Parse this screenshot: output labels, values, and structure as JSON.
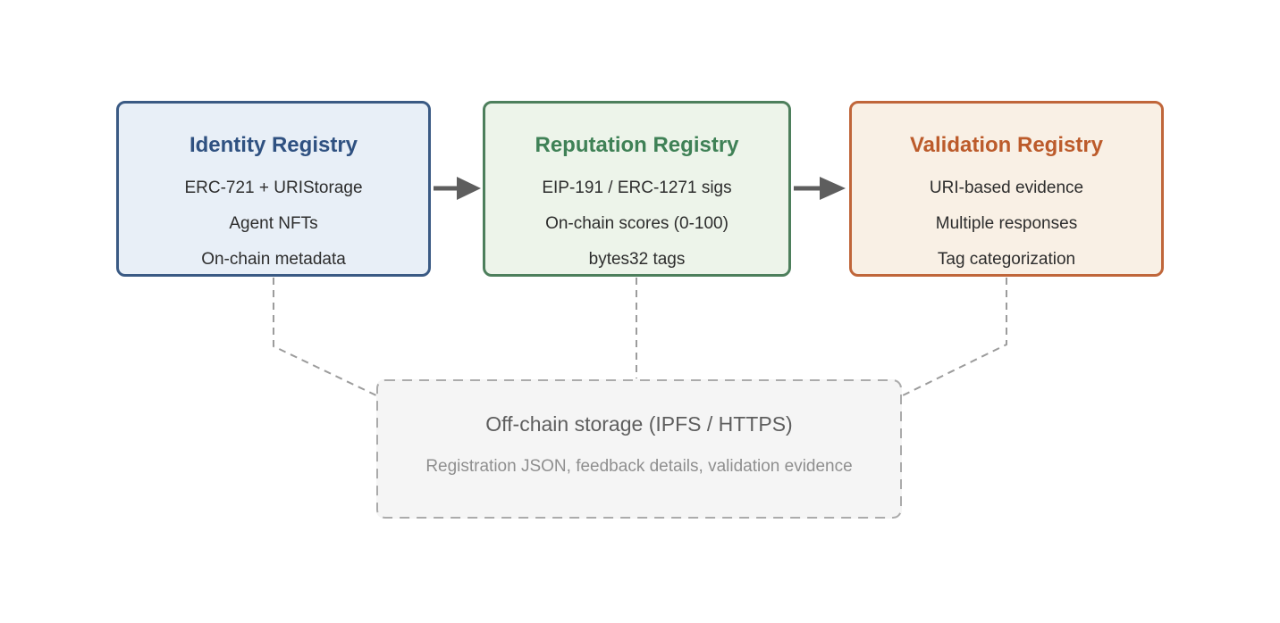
{
  "diagram": {
    "background_color": "#ffffff",
    "boxes": [
      {
        "id": "identity-registry",
        "title": "Identity Registry",
        "lines": [
          "ERC-721 + URIStorage",
          "Agent NFTs",
          "On-chain metadata"
        ],
        "title_color": "#2f5181",
        "border_color": "#3a5a84",
        "bg_color": "#e8eff7"
      },
      {
        "id": "reputation-registry",
        "title": "Reputation Registry",
        "lines": [
          "EIP-191 / ERC-1271 sigs",
          "On-chain scores (0-100)",
          "bytes32 tags"
        ],
        "title_color": "#3f8156",
        "border_color": "#4d7f5c",
        "bg_color": "#edf4ea"
      },
      {
        "id": "validation-registry",
        "title": "Validation Registry",
        "lines": [
          "URI-based evidence",
          "Multiple responses",
          "Tag categorization"
        ],
        "title_color": "#bc5b2b",
        "border_color": "#c0663a",
        "bg_color": "#f9f0e5"
      }
    ],
    "storage": {
      "title": "Off-chain storage (IPFS / HTTPS)",
      "subtitle": "Registration JSON, feedback details, validation evidence",
      "title_color": "#5e5e5e",
      "subtitle_color": "#8f8f8f",
      "border_color": "#ababab",
      "bg_color": "#f5f5f5"
    },
    "edges": [
      {
        "from": "identity-registry",
        "to": "reputation-registry",
        "style": "solid-arrow"
      },
      {
        "from": "reputation-registry",
        "to": "validation-registry",
        "style": "solid-arrow"
      },
      {
        "from": "identity-registry",
        "to": "off-chain-storage",
        "style": "dashed"
      },
      {
        "from": "reputation-registry",
        "to": "off-chain-storage",
        "style": "dashed"
      },
      {
        "from": "validation-registry",
        "to": "off-chain-storage",
        "style": "dashed"
      }
    ],
    "arrow_color": "#5e5e5e",
    "connector_color": "#9c9c9c"
  }
}
